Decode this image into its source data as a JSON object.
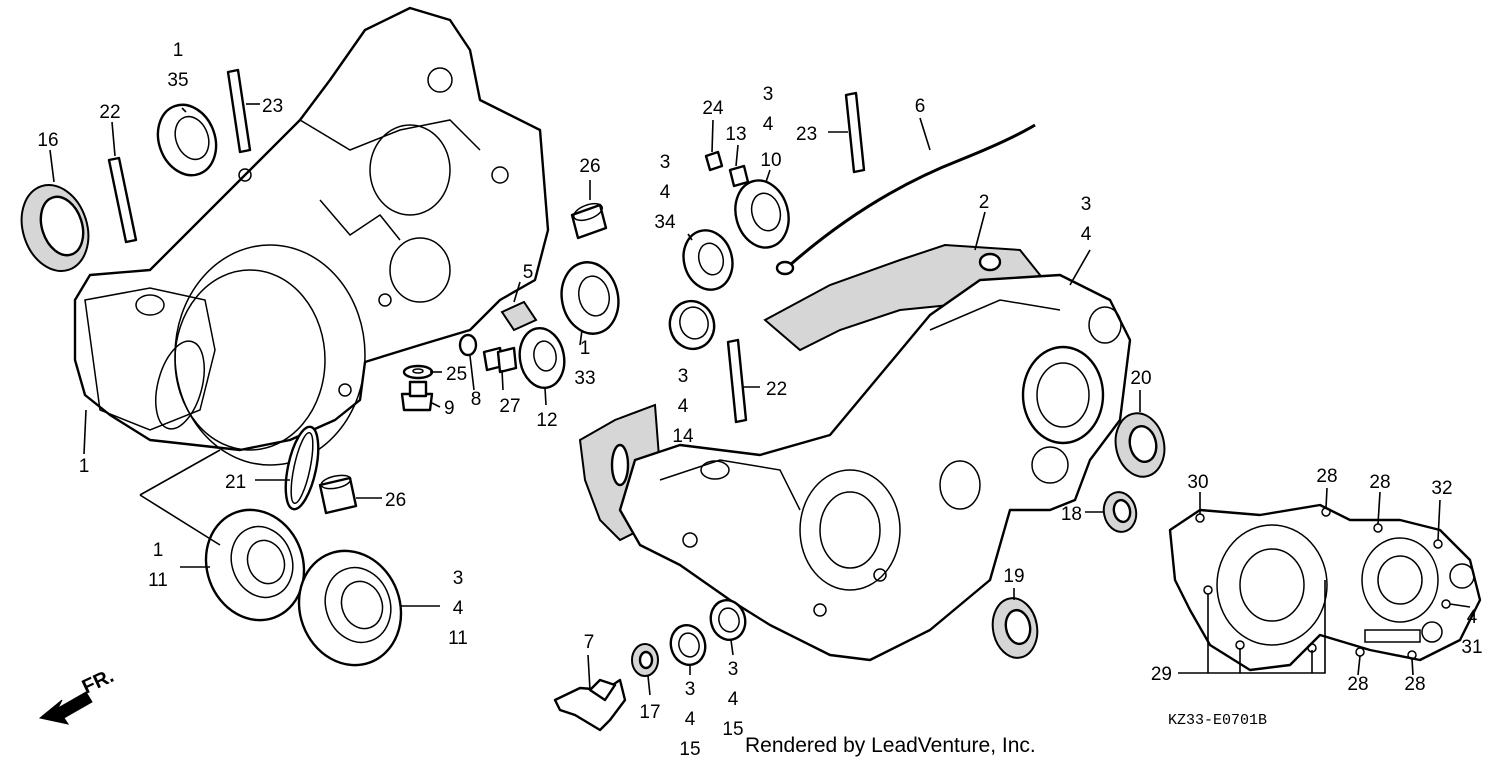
{
  "diagram": {
    "code": "KZ33-E0701B",
    "credit": "Rendered by LeadVenture, Inc.",
    "direction_label": "FR.",
    "labels": {
      "l_1_35": [
        "1",
        "35"
      ],
      "l_23_left": [
        "23"
      ],
      "l_22_left": [
        "22"
      ],
      "l_16": [
        "16"
      ],
      "l_1_left": [
        "1"
      ],
      "l_26_top": [
        "26"
      ],
      "l_5": [
        "5"
      ],
      "l_1_33": [
        "1",
        "33"
      ],
      "l_25": [
        "25"
      ],
      "l_9": [
        "9"
      ],
      "l_8": [
        "8"
      ],
      "l_27": [
        "27"
      ],
      "l_12": [
        "12"
      ],
      "l_21": [
        "21"
      ],
      "l_26_bottom": [
        "26"
      ],
      "l_1_11": [
        "1",
        "11"
      ],
      "l_3_4_11": [
        "3",
        "4",
        "11"
      ],
      "l_24": [
        "24"
      ],
      "l_13": [
        "13"
      ],
      "l_3_4_top": [
        "3",
        "4"
      ],
      "l_10": [
        "10"
      ],
      "l_3_4_34": [
        "3",
        "4",
        "34"
      ],
      "l_23_right": [
        "23"
      ],
      "l_6": [
        "6"
      ],
      "l_3_4_14": [
        "3",
        "4",
        "14"
      ],
      "l_22_right": [
        "22"
      ],
      "l_2": [
        "2"
      ],
      "l_3_4_right": [
        "3",
        "4"
      ],
      "l_20": [
        "20"
      ],
      "l_18": [
        "18"
      ],
      "l_19": [
        "19"
      ],
      "l_7": [
        "7"
      ],
      "l_17": [
        "17"
      ],
      "l_3_4_15a": [
        "3",
        "4",
        "15"
      ],
      "l_3_4_15b": [
        "3",
        "4",
        "15"
      ],
      "l_30": [
        "30"
      ],
      "l_28_a": [
        "28"
      ],
      "l_28_b": [
        "28"
      ],
      "l_32": [
        "32"
      ],
      "l_4_31": [
        "4",
        "31"
      ],
      "l_29": [
        "29"
      ],
      "l_28_c": [
        "28"
      ],
      "l_28_d": [
        "28"
      ]
    }
  }
}
